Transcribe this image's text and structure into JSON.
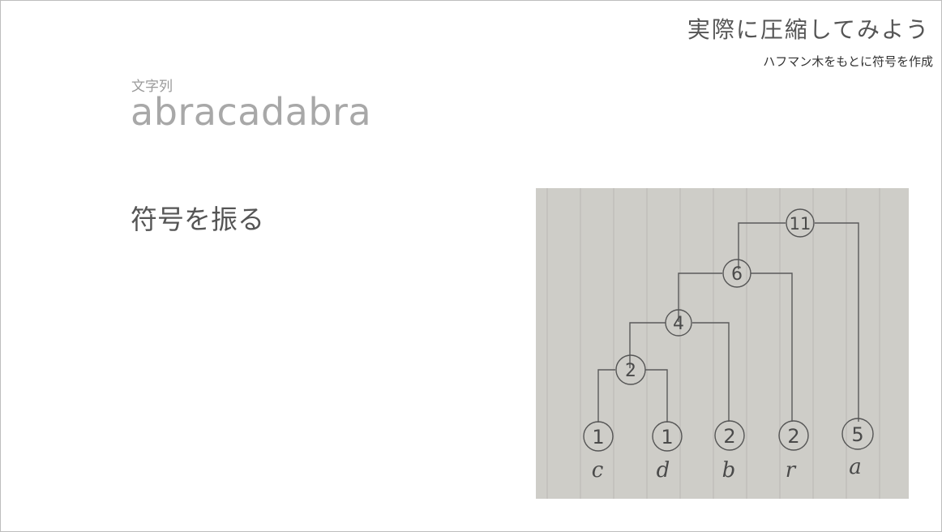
{
  "header": {
    "title": "実際に圧縮してみよう",
    "subtitle": "ハフマン木をもとに符号を作成"
  },
  "content": {
    "string_label": "文字列",
    "string_value": "abracadabra",
    "section_heading": "符号を振る"
  },
  "tree_photo": {
    "nodes": {
      "root": "11",
      "n6": "6",
      "n4": "4",
      "n2": "2"
    },
    "leaves": [
      {
        "weight": "1",
        "char": "c"
      },
      {
        "weight": "1",
        "char": "d"
      },
      {
        "weight": "2",
        "char": "b"
      },
      {
        "weight": "2",
        "char": "r"
      },
      {
        "weight": "5",
        "char": "a"
      }
    ]
  }
}
